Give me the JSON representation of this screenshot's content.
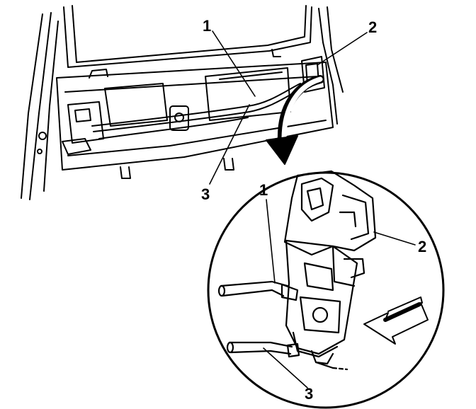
{
  "callouts": {
    "overview_1": "1",
    "overview_2": "2",
    "overview_3": "3",
    "detail_1": "1",
    "detail_2": "2",
    "detail_3": "3"
  },
  "colors": {
    "line": "#000000",
    "background": "#ffffff"
  }
}
